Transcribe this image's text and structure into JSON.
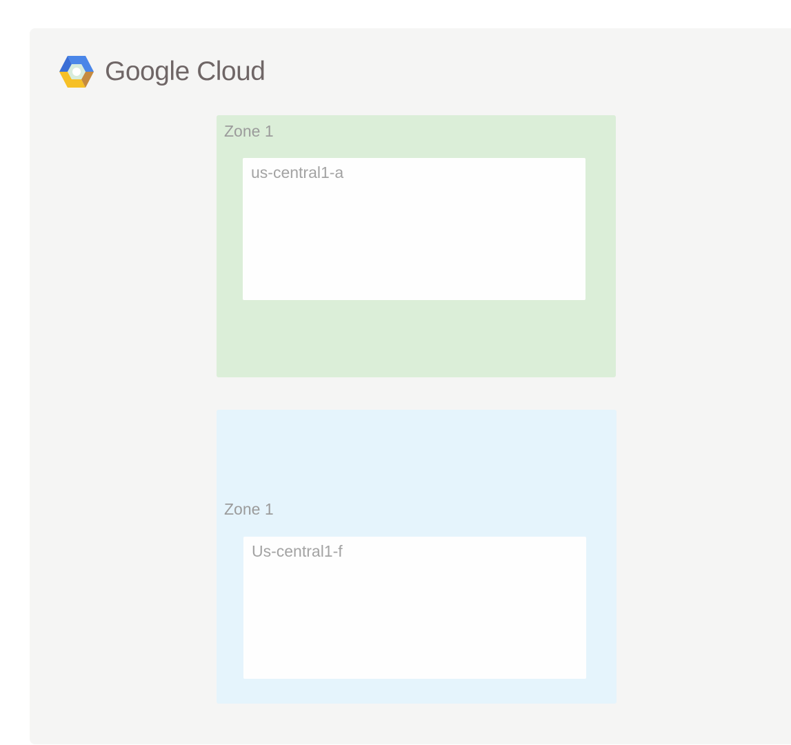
{
  "brand": {
    "name": "Google Cloud",
    "icon": "google-cloud-hexagon-icon",
    "colors": {
      "blue": "#4a86e8",
      "yellow": "#f6c026",
      "orange": "#c58a3f",
      "text": "#6f6666"
    }
  },
  "zones": [
    {
      "label": "Zone 1",
      "color": "#dbeed8",
      "subnet": {
        "label": "us-central1-a"
      }
    },
    {
      "label": "Zone 1",
      "color": "#e5f4fc",
      "subnet": {
        "label": "Us-central1-f"
      }
    }
  ]
}
